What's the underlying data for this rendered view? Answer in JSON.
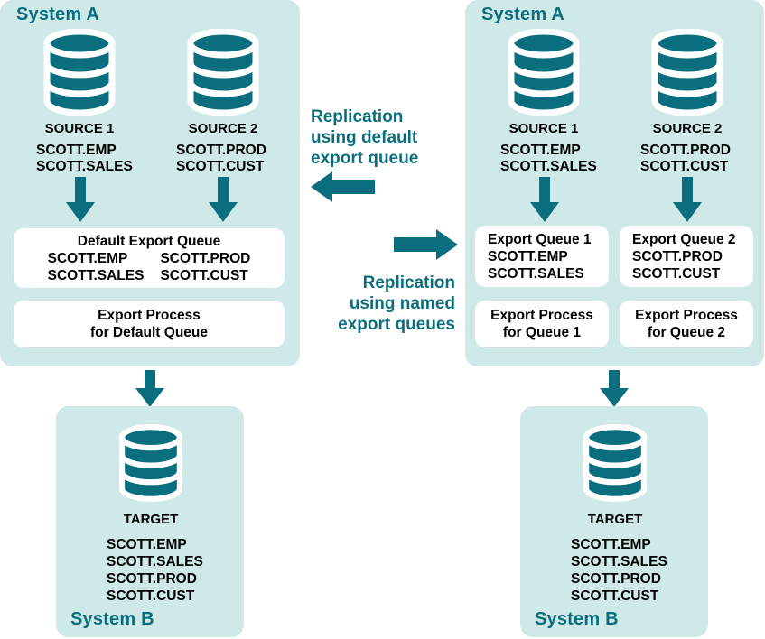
{
  "palette": {
    "teal": "#0b6e7f",
    "panel_bg": "#cfe8e8",
    "box_bg": "#ffffff",
    "text": "#000000"
  },
  "left_diagram": {
    "system_a_label": "System A",
    "system_b_label": "System B",
    "sources": [
      {
        "title": "SOURCE 1",
        "tables": [
          "SCOTT.EMP",
          "SCOTT.SALES"
        ]
      },
      {
        "title": "SOURCE 2",
        "tables": [
          "SCOTT.PROD",
          "SCOTT.CUST"
        ]
      }
    ],
    "queue_box": {
      "heading": "Default Export Queue",
      "column_one": [
        "SCOTT.EMP",
        "SCOTT.SALES"
      ],
      "column_two": [
        "SCOTT.PROD",
        "SCOTT.CUST"
      ]
    },
    "process_box": {
      "line_one": "Export Process",
      "line_two": "for Default Queue"
    },
    "target": {
      "title": "TARGET",
      "tables": [
        "SCOTT.EMP",
        "SCOTT.SALES",
        "SCOTT.PROD",
        "SCOTT.CUST"
      ]
    }
  },
  "right_diagram": {
    "system_a_label": "System A",
    "system_b_label": "System B",
    "sources": [
      {
        "title": "SOURCE 1",
        "tables": [
          "SCOTT.EMP",
          "SCOTT.SALES"
        ]
      },
      {
        "title": "SOURCE 2",
        "tables": [
          "SCOTT.PROD",
          "SCOTT.CUST"
        ]
      }
    ],
    "queue_boxes": [
      {
        "heading": "Export Queue 1",
        "tables": [
          "SCOTT.EMP",
          "SCOTT.SALES"
        ]
      },
      {
        "heading": "Export Queue 2",
        "tables": [
          "SCOTT.PROD",
          "SCOTT.CUST"
        ]
      }
    ],
    "process_boxes": [
      {
        "line_one": "Export Process",
        "line_two": "for Queue 1"
      },
      {
        "line_one": "Export Process",
        "line_two": "for Queue 2"
      }
    ],
    "target": {
      "title": "TARGET",
      "tables": [
        "SCOTT.EMP",
        "SCOTT.SALES",
        "SCOTT.PROD",
        "SCOTT.CUST"
      ]
    }
  },
  "annotations": {
    "default_queue": {
      "line_one": "Replication",
      "line_two": "using default",
      "line_three": "export queue",
      "arrow_direction": "left"
    },
    "named_queues": {
      "line_one": "Replication",
      "line_two": "using named",
      "line_three": "export queues",
      "arrow_direction": "right"
    }
  },
  "icons": {
    "database": "database-cylinder-icon",
    "arrow_down": "arrow-down-icon",
    "arrow_left": "arrow-left-icon",
    "arrow_right": "arrow-right-icon"
  }
}
